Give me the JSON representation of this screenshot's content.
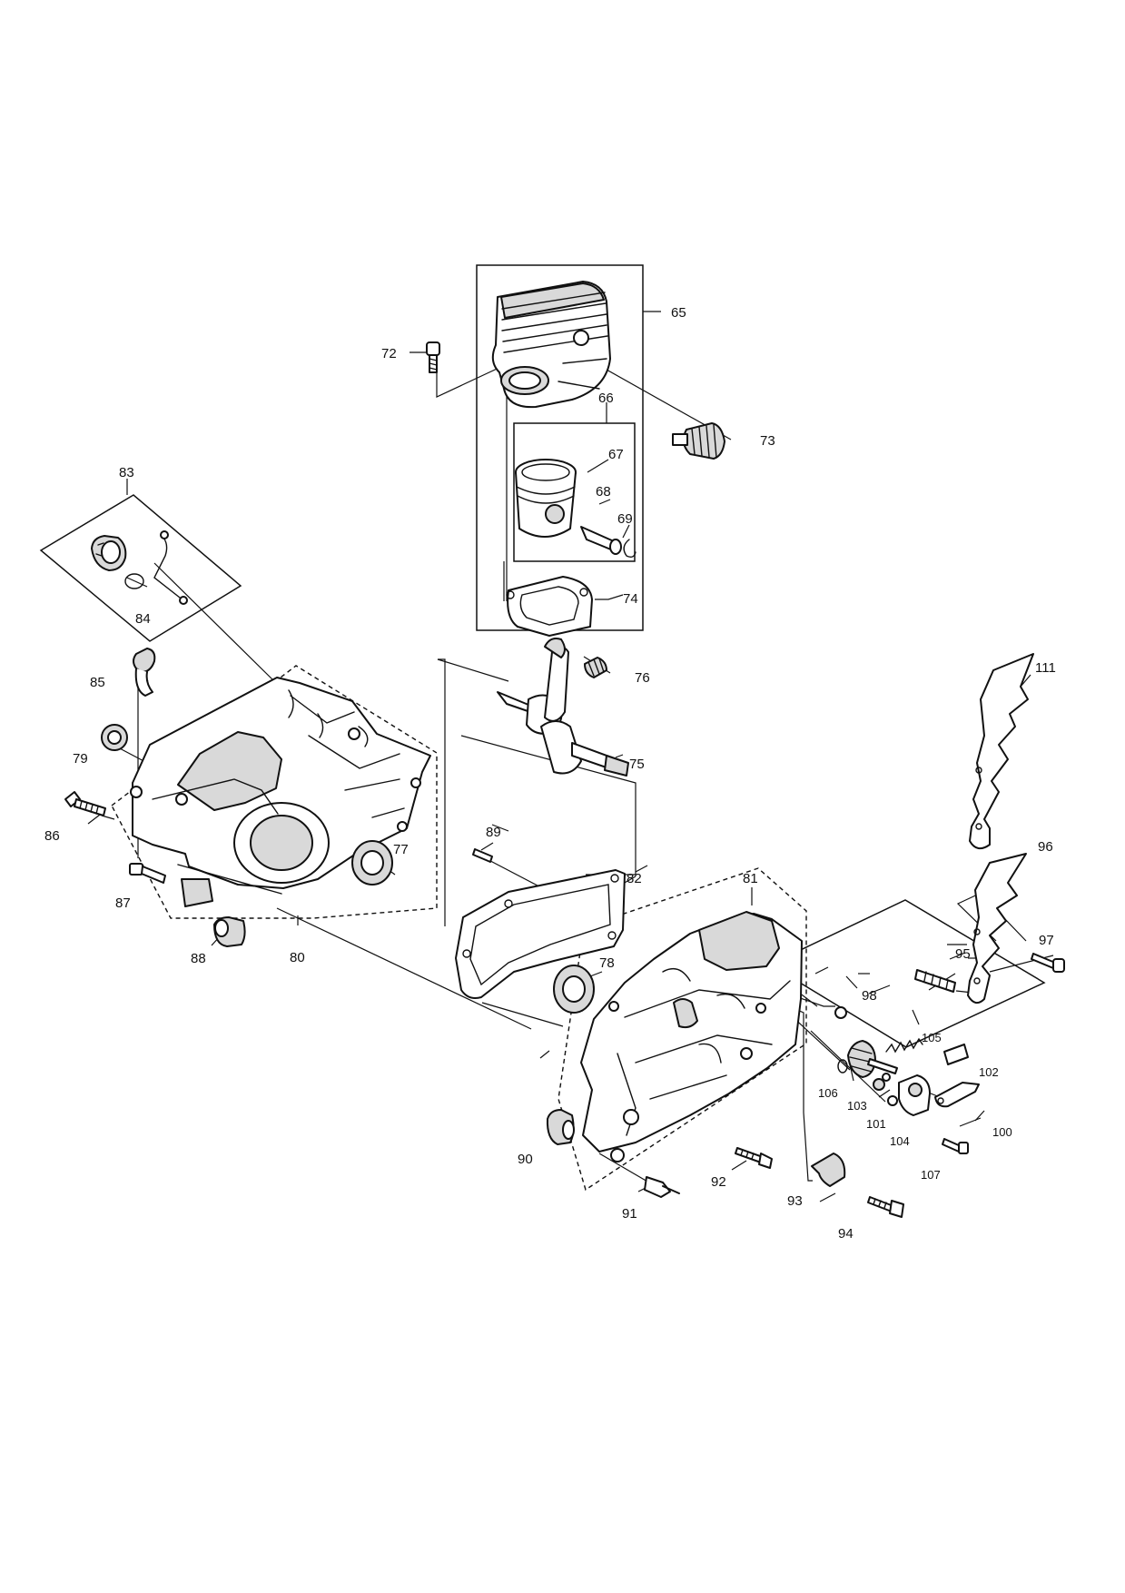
{
  "labels": {
    "p65": "65",
    "p66": "66",
    "p67": "67",
    "p68": "68",
    "p69": "69",
    "p72": "72",
    "p73": "73",
    "p74": "74",
    "p75": "75",
    "p76": "76",
    "p77": "77",
    "p78": "78",
    "p79": "79",
    "p80": "80",
    "p81": "81",
    "p82": "82",
    "p83": "83",
    "p84": "84",
    "p85": "85",
    "p86": "86",
    "p87": "87",
    "p88": "88",
    "p89": "89",
    "p90": "90",
    "p91": "91",
    "p92": "92",
    "p93": "93",
    "p94": "94",
    "p95": "95",
    "p96": "96",
    "p97": "97",
    "p98": "98",
    "p100": "100",
    "p101": "101",
    "p102": "102",
    "p103": "103",
    "p104": "104",
    "p105": "105",
    "p106": "106",
    "p107": "107",
    "p111": "111"
  }
}
